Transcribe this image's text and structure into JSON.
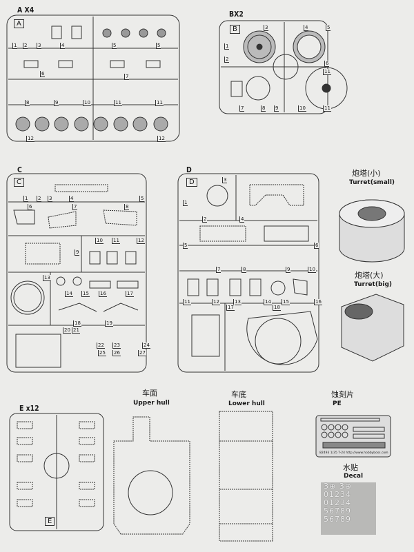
{
  "sprues": {
    "A": {
      "title": "A X4",
      "tag": "A",
      "parts": [
        "1",
        "2",
        "3",
        "4",
        "5",
        "5",
        "6",
        "7",
        "8",
        "9",
        "10",
        "11",
        "11",
        "12",
        "12"
      ]
    },
    "B": {
      "title": "BX2",
      "tag": "B",
      "parts": [
        "1",
        "2",
        "3",
        "4",
        "5",
        "6",
        "7",
        "8",
        "9",
        "10",
        "11",
        "11"
      ]
    },
    "C": {
      "title": "C",
      "tag": "C",
      "parts": [
        "1",
        "2",
        "3",
        "4",
        "5",
        "6",
        "7",
        "8",
        "9",
        "10",
        "11",
        "12",
        "13",
        "14",
        "15",
        "16",
        "17",
        "18",
        "19",
        "20",
        "21",
        "22",
        "23",
        "24",
        "25",
        "26",
        "27"
      ]
    },
    "D": {
      "title": "D",
      "tag": "D",
      "parts": [
        "1",
        "2",
        "3",
        "4",
        "5",
        "6",
        "7",
        "8",
        "9",
        "10",
        "11",
        "12",
        "13",
        "14",
        "15",
        "16",
        "17",
        "18"
      ]
    },
    "E": {
      "title": "E x12",
      "tag": "E"
    }
  },
  "turret_small": {
    "cn": "炮塔(小)",
    "en": "Turret(small)"
  },
  "turret_big": {
    "cn": "炮塔(大)",
    "en": "Turret(big)"
  },
  "upper_hull": {
    "cn": "车面",
    "en": "Upper hull"
  },
  "lower_hull": {
    "cn": "车底",
    "en": "Lower hull"
  },
  "pe": {
    "cn": "蚀刻片",
    "en": "PE",
    "footer": "82493   1/35   T-24   http://www.hobbyboss.com"
  },
  "decal": {
    "cn": "水贴",
    "en": "Decal",
    "rows": [
      "3⊕ 3⊕",
      "01234",
      "01234",
      "56789",
      "56789"
    ]
  }
}
